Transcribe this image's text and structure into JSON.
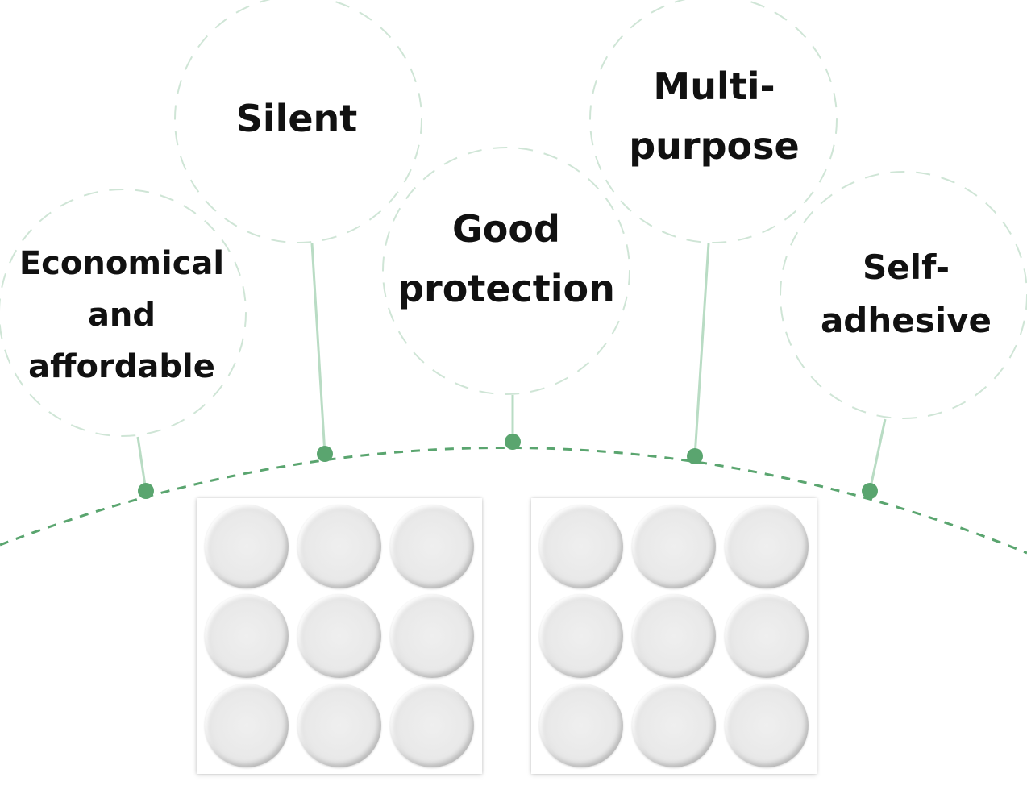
{
  "features": [
    {
      "id": "economical",
      "label": "Economical\nand\naffordable"
    },
    {
      "id": "silent",
      "label": "Silent"
    },
    {
      "id": "good-protection",
      "label": "Good\nprotection"
    },
    {
      "id": "multi-purpose",
      "label": "Multi-\npurpose"
    },
    {
      "id": "self-adhesive",
      "label": "Self-\nadhesive"
    }
  ],
  "colors": {
    "accent": "#5aa56f",
    "bubble_outline": "#cfe5d6",
    "connector": "#b9dcc4",
    "text": "#111111"
  },
  "product": {
    "sheets": 2,
    "pads_per_sheet": 9
  }
}
